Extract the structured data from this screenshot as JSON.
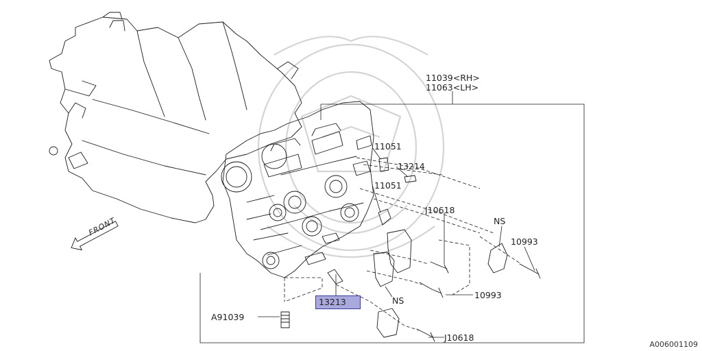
{
  "labels": {
    "rh_code": "11039<RH>",
    "lh_code": "11063<LH>",
    "part_11051_upper": "11051",
    "part_13214": "13214",
    "part_11051_lower": "11051",
    "part_j10618_upper": "J10618",
    "ns_right": "NS",
    "part_10993_right": "10993",
    "part_10993_lower": "10993",
    "part_13213": "13213",
    "ns_lower": "NS",
    "part_a91039": "A91039",
    "part_j10618_lower": "J10618",
    "front": "FRONT"
  },
  "diagram_code": "A006001109",
  "colors": {
    "line": "#1a1a1a",
    "highlight_fill": "#a9a9dd",
    "highlight_border": "#3b3b9a",
    "watermark": "#d4d4d4"
  }
}
